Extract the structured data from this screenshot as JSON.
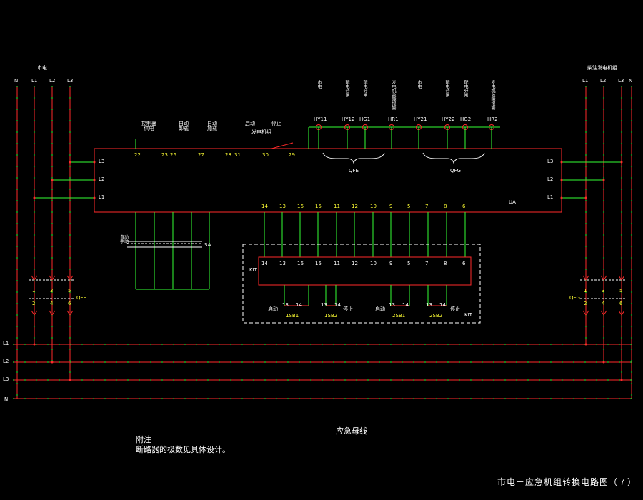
{
  "labels": {
    "left_source": "市电",
    "right_source": "柴油发电机组",
    "phase_n": "N",
    "phase_l1": "L1",
    "phase_l2": "L2",
    "phase_l3": "L3",
    "ua": "UA",
    "qfe": "QFE",
    "qfg": "QFG",
    "kit": "KIT",
    "sa": "SA",
    "bus_name": "应急母线"
  },
  "indicators_left": [
    {
      "tag": "HY11",
      "desc": "市电"
    },
    {
      "tag": "HY12",
      "desc": "配电合闸"
    },
    {
      "tag": "HG1",
      "desc": "配电分闸"
    },
    {
      "tag": "HR1",
      "desc": "发电机故障报警"
    }
  ],
  "indicators_right": [
    {
      "tag": "HY21",
      "desc": "市电"
    },
    {
      "tag": "HY22",
      "desc": "配电合闸"
    },
    {
      "tag": "HG2",
      "desc": "配电分闸"
    },
    {
      "tag": "HR2",
      "desc": "发电机故障报警"
    }
  ],
  "controls": [
    {
      "text": "控制器\n供电"
    },
    {
      "text": "自动\n卸载"
    },
    {
      "text": "自动\n加载"
    },
    {
      "text": "启动"
    },
    {
      "text": "停止"
    },
    {
      "text": "发电机组"
    }
  ],
  "top_terminals": [
    "22",
    "23",
    "26",
    "27",
    "28",
    "31",
    "30",
    "29"
  ],
  "bottom_terminals": [
    "14",
    "13",
    "16",
    "15",
    "11",
    "12",
    "10",
    "9",
    "5",
    "7",
    "8",
    "6"
  ],
  "kit_terminals": [
    "14",
    "13",
    "16",
    "15",
    "11",
    "12",
    "10",
    "9",
    "5",
    "7",
    "8",
    "6"
  ],
  "switch_numbers_left": {
    "top": [
      "1",
      "3",
      "5"
    ],
    "bottom": [
      "2",
      "4",
      "6"
    ]
  },
  "switch_numbers_right": {
    "top": [
      "1",
      "3",
      "5"
    ],
    "bottom": [
      "2",
      "4",
      "6"
    ]
  },
  "buttons": [
    {
      "name": "1SB1",
      "action": "启动",
      "t1": "13",
      "t2": "14"
    },
    {
      "name": "1SB2",
      "action": "停止",
      "t1": "13",
      "t2": "14"
    },
    {
      "name": "2SB1",
      "action": "启动",
      "t1": "13",
      "t2": "14"
    },
    {
      "name": "2SB2",
      "action": "停止",
      "t1": "13",
      "t2": "14"
    }
  ],
  "sa_marks": "自动\n手动",
  "footnote": {
    "line1": "附注",
    "line2": "断路器的极数见具体设计。"
  },
  "drawing_title": "市电－应急机组转换电路图（７）",
  "colors": {
    "red": "#ff2a2a",
    "green": "#33ff33",
    "yellow": "#ffff33",
    "white": "#ffffff",
    "background": "#000000"
  }
}
